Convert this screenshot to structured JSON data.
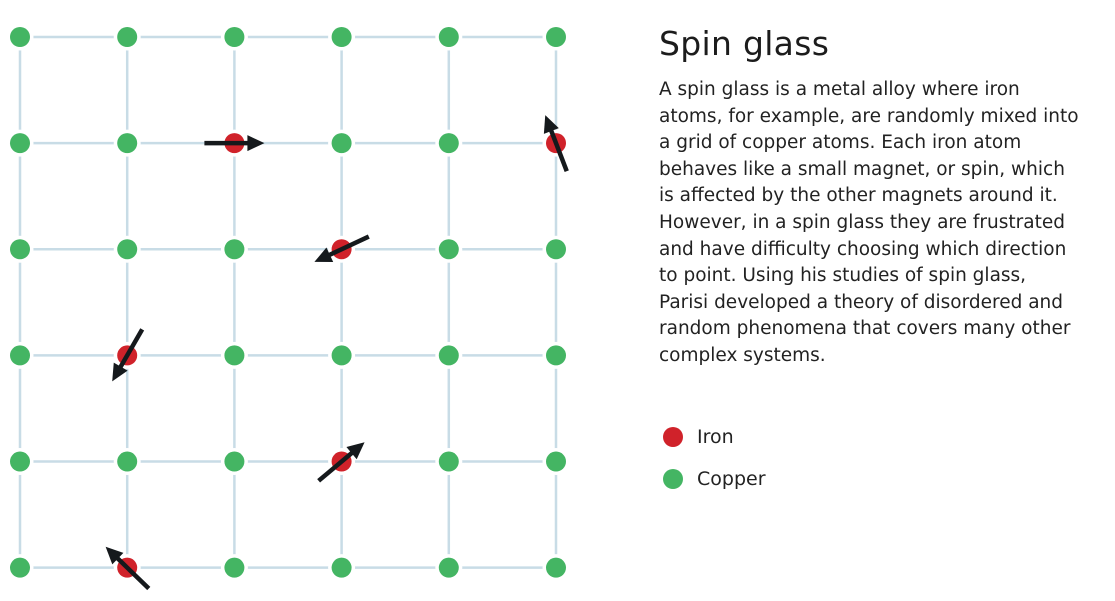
{
  "title": "Spin glass",
  "body_lines": [
    "A spin glass is a metal alloy where iron",
    "atoms, for example, are randomly mixed into",
    "a grid of copper atoms. Each iron atom",
    "behaves like a small magnet, or spin, which",
    "is affected by the other magnets around it.",
    "However, in a spin glass they are frustrated",
    "and have difficulty choosing which direction",
    "to point. Using his studies of spin glass,",
    "Parisi developed a theory of disordered and",
    "random phenomena that covers many other",
    "complex systems."
  ],
  "legend": [
    {
      "label": "Iron",
      "color": "#d0222a"
    },
    {
      "label": "Copper",
      "color": "#44b563"
    }
  ],
  "grid": {
    "rows": 6,
    "cols": 6,
    "line_color": "#c8dce6",
    "arrow_color": "#15191c",
    "iron_atoms": [
      {
        "row": 1,
        "col": 2,
        "spin_angle_deg": 0
      },
      {
        "row": 1,
        "col": 5,
        "spin_angle_deg": -111
      },
      {
        "row": 2,
        "col": 3,
        "spin_angle_deg": 155
      },
      {
        "row": 3,
        "col": 1,
        "spin_angle_deg": 120
      },
      {
        "row": 4,
        "col": 3,
        "spin_angle_deg": -40
      },
      {
        "row": 5,
        "col": 1,
        "spin_angle_deg": -136
      }
    ]
  }
}
